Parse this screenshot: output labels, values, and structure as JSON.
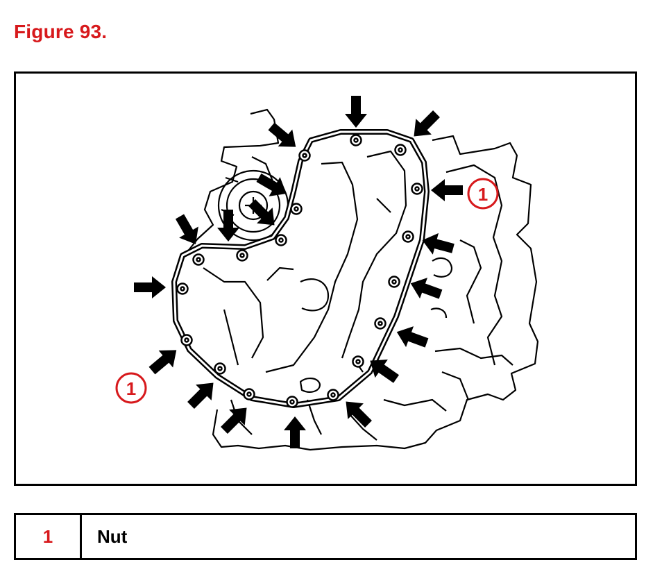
{
  "figure": {
    "title": "Figure 93."
  },
  "callouts": [
    "1",
    "1"
  ],
  "legend": {
    "rows": [
      {
        "number": "1",
        "label": "Nut"
      }
    ]
  },
  "colors": {
    "accent": "#d7191c",
    "line": "#000000"
  }
}
